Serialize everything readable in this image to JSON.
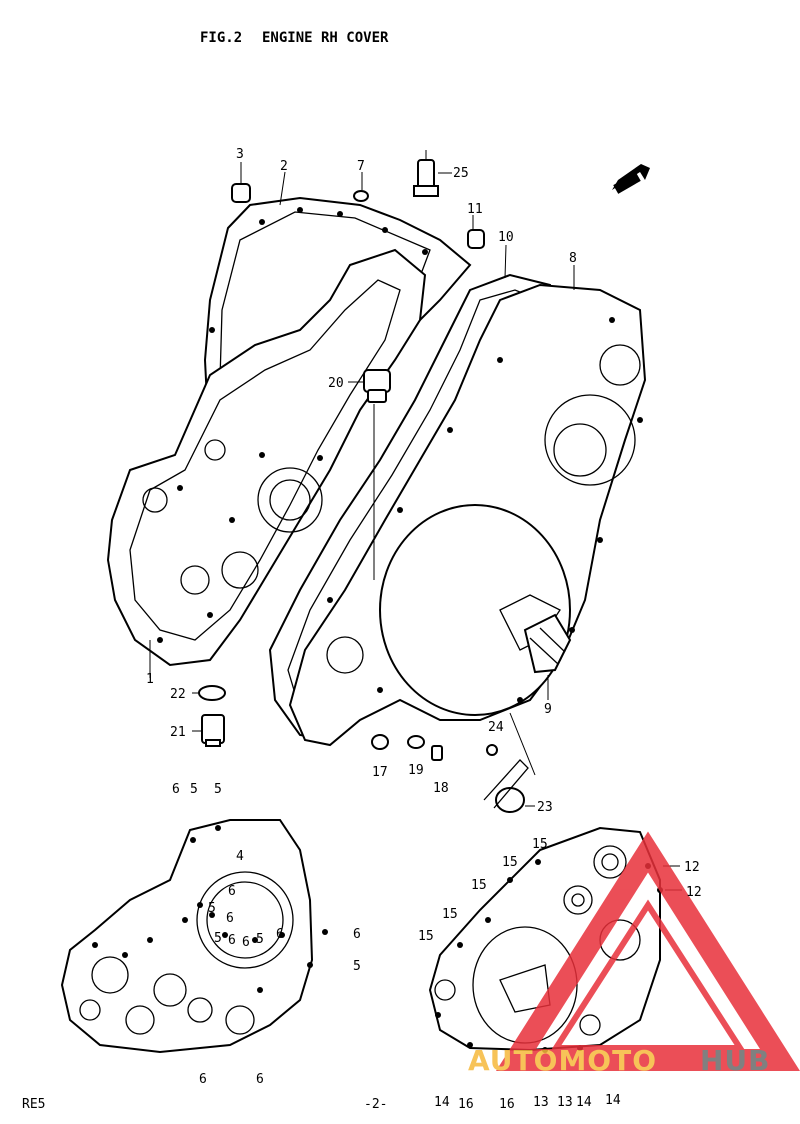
{
  "header": {
    "fig_no": "FIG.2",
    "title": "ENGINE RH COVER"
  },
  "callouts": [
    {
      "id": "c3",
      "text": "3"
    },
    {
      "id": "c2",
      "text": "2"
    },
    {
      "id": "c7",
      "text": "7"
    },
    {
      "id": "c25",
      "text": "25"
    },
    {
      "id": "c11",
      "text": "11"
    },
    {
      "id": "c10",
      "text": "10"
    },
    {
      "id": "c8",
      "text": "8"
    },
    {
      "id": "c20",
      "text": "20"
    },
    {
      "id": "c1",
      "text": "1"
    },
    {
      "id": "c22",
      "text": "22"
    },
    {
      "id": "c21",
      "text": "21"
    },
    {
      "id": "c17",
      "text": "17"
    },
    {
      "id": "c19",
      "text": "19"
    },
    {
      "id": "c18",
      "text": "18"
    },
    {
      "id": "c24",
      "text": "24"
    },
    {
      "id": "c9",
      "text": "9"
    },
    {
      "id": "c23",
      "text": "23"
    },
    {
      "id": "l6a",
      "text": "6"
    },
    {
      "id": "l5a",
      "text": "5"
    },
    {
      "id": "l5b",
      "text": "5"
    },
    {
      "id": "l4",
      "text": "4"
    },
    {
      "id": "l6b",
      "text": "6"
    },
    {
      "id": "l5c",
      "text": "5"
    },
    {
      "id": "l6c",
      "text": "6"
    },
    {
      "id": "l5d",
      "text": "5"
    },
    {
      "id": "l6d",
      "text": "6"
    },
    {
      "id": "l6e",
      "text": "6"
    },
    {
      "id": "l5e",
      "text": "5"
    },
    {
      "id": "l6f",
      "text": "6"
    },
    {
      "id": "l6g",
      "text": "6"
    },
    {
      "id": "l5f",
      "text": "5"
    },
    {
      "id": "l6h",
      "text": "6"
    },
    {
      "id": "l6i",
      "text": "6"
    },
    {
      "id": "r15a",
      "text": "15"
    },
    {
      "id": "r12a",
      "text": "12"
    },
    {
      "id": "r15b",
      "text": "15"
    },
    {
      "id": "r12b",
      "text": "12"
    },
    {
      "id": "r12c",
      "text": "12"
    },
    {
      "id": "r15c",
      "text": "15"
    },
    {
      "id": "r15d",
      "text": "15"
    },
    {
      "id": "b14a",
      "text": "14"
    },
    {
      "id": "b16a",
      "text": "16"
    },
    {
      "id": "b16b",
      "text": "16"
    },
    {
      "id": "b13a",
      "text": "13"
    },
    {
      "id": "b13b",
      "text": "13"
    },
    {
      "id": "b14b",
      "text": "14"
    },
    {
      "id": "b14c",
      "text": "14"
    }
  ],
  "footer": {
    "code": "RE5",
    "page": "-2-"
  },
  "watermark": {
    "brand_a": "AUTOMOTO",
    "brand_b": "HUB",
    "color_a": "#f6b93b",
    "color_b": "#6b6b6b",
    "triangle_color": "#e8303a"
  },
  "colors": {
    "ink": "#000000",
    "paper": "#ffffff"
  },
  "icons": {
    "front_arrow": "front-direction-arrow-icon"
  }
}
